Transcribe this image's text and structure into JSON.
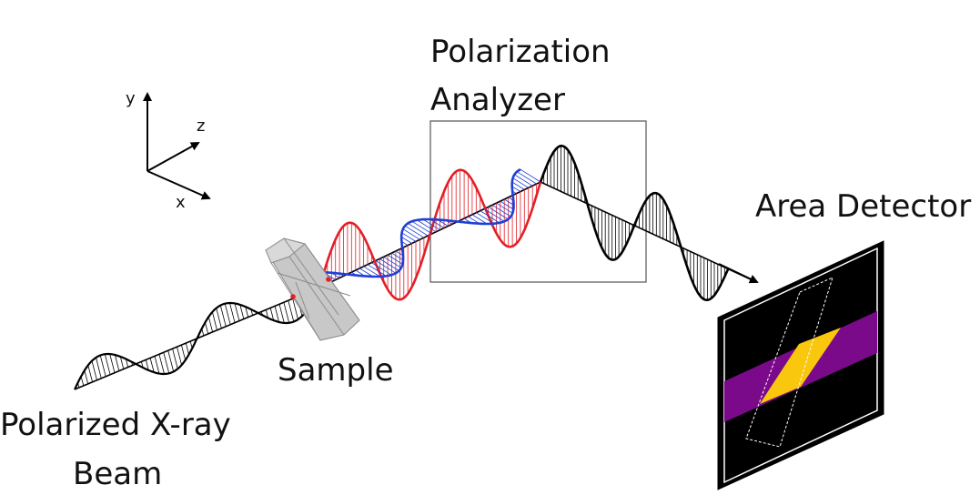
{
  "labels": {
    "beam_line1": "Polarized X-ray",
    "beam_line2": "Beam",
    "sample": "Sample",
    "analyzer_line1": "Polarization",
    "analyzer_line2": "Analyzer",
    "detector": "Area Detector"
  },
  "axes": {
    "y": "y",
    "z": "z",
    "x": "x"
  },
  "colors": {
    "incident_wave": "#000000",
    "scattered_red": "#e21f26",
    "scattered_blue": "#1f3fd6",
    "sample_crystal": "#c8c8c8",
    "sample_marker": "#e21f26",
    "detector_background": "#000000",
    "detector_band": "#7b0a8a",
    "detector_overlap": "#f9c80e"
  }
}
